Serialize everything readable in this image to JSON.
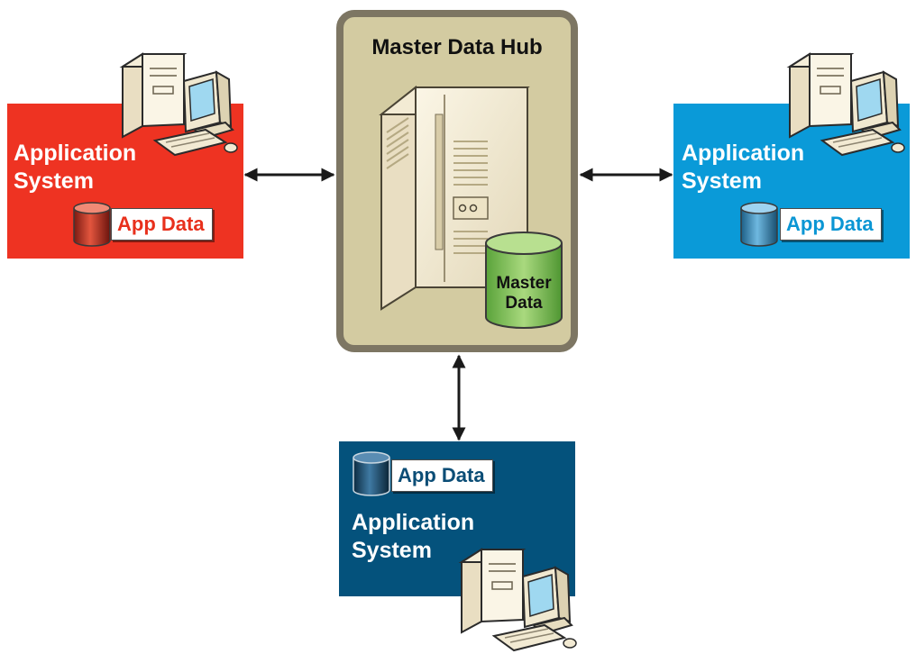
{
  "hub": {
    "title": "Master Data Hub",
    "database_label": "Master\nData"
  },
  "systems": {
    "left": {
      "title": "Application\nSystem",
      "db_label": "App Data",
      "color": "#ee3322",
      "text_color": "#e8301c"
    },
    "right": {
      "title": "Application\nSystem",
      "db_label": "App Data",
      "color": "#0a9ad8",
      "text_color": "#0a96d4"
    },
    "bottom": {
      "title": "Application\nSystem",
      "db_label": "App Data",
      "color": "#04527c",
      "text_color": "#0b4d76"
    }
  },
  "colors": {
    "hub_fill": "#d3cba1",
    "hub_border": "#7d7663",
    "connector": "#1a1a1a",
    "master_db": "#7cc04e"
  },
  "icons": [
    "computer-icon",
    "database-icon",
    "server-icon"
  ]
}
